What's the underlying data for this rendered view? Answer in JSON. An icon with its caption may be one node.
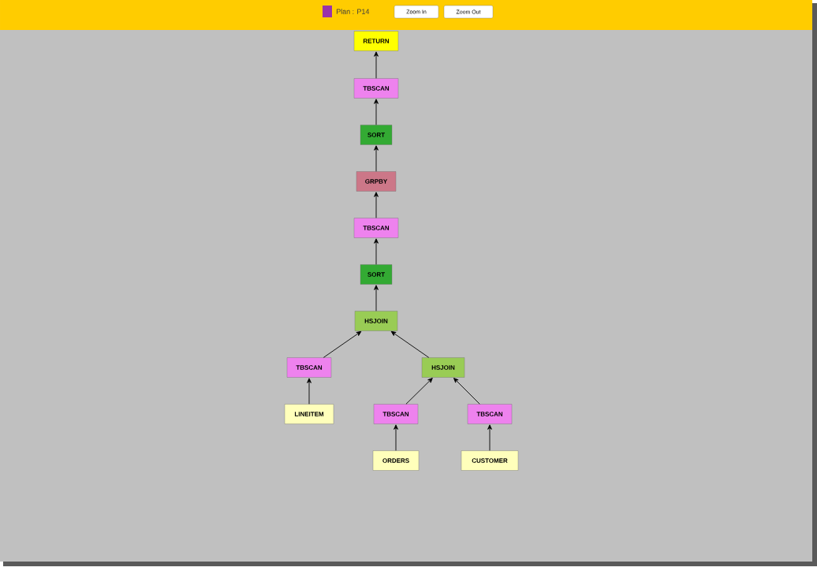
{
  "diagram": {
    "nodes": [
      {
        "text": [
          "RETURN"
        ]
      },
      {
        "text": [
          "TBSCAN"
        ]
      },
      {
        "text": [
          "SORT"
        ]
      },
      {
        "text": [
          "GRPBY"
        ]
      },
      {
        "text": [
          "TBSCAN"
        ]
      },
      {
        "text": [
          "SORT"
        ]
      },
      {
        "text": [
          "HSJOIN"
        ]
      },
      {
        "text": [
          "TBSCAN"
        ]
      },
      {
        "text": [
          "HSJOIN"
        ]
      },
      {
        "text": [
          "LINEITEM"
        ]
      },
      {
        "text": [
          "TBSCAN"
        ]
      },
      {
        "text": [
          "TBSCAN"
        ]
      },
      {
        "text": [
          "ORDERS"
        ]
      },
      {
        "text": [
          "CUSTOMER"
        ]
      }
    ],
    "edges": [
      {
        "from": 1,
        "to": 0,
        "arrow": "to"
      },
      {
        "from": 2,
        "to": 1,
        "arrow": "to"
      },
      {
        "from": 3,
        "to": 2,
        "arrow": "to"
      },
      {
        "from": 4,
        "to": 3,
        "arrow": "to"
      },
      {
        "from": 5,
        "to": 4,
        "arrow": "to"
      },
      {
        "from": 6,
        "to": 5,
        "arrow": "to"
      },
      {
        "from": 7,
        "to": 6,
        "arrow": "to"
      },
      {
        "from": 8,
        "to": 6,
        "arrow": "to"
      },
      {
        "from": 9,
        "to": 7,
        "arrow": "to"
      },
      {
        "from": 10,
        "to": 8,
        "arrow": "to"
      },
      {
        "from": 11,
        "to": 8,
        "arrow": "to"
      },
      {
        "from": 12,
        "to": 10,
        "arrow": "to"
      },
      {
        "from": 13,
        "to": 11,
        "arrow": "to"
      }
    ],
    "labels": [
      "Zoom In",
      "Zoom Out"
    ],
    "legend": [
      {
        "text": "Plan : P14",
        "color": "#9933aa"
      }
    ]
  }
}
